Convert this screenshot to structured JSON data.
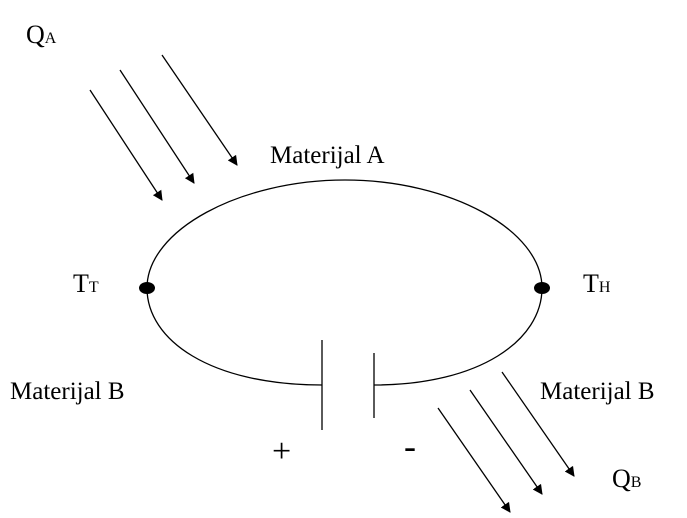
{
  "labels": {
    "qa_main": "Q",
    "qa_sub": "A",
    "material_a": "Materijal A",
    "tt_main": "T",
    "tt_sub": "T",
    "th_main": "T",
    "th_sub": "H",
    "material_b_left": "Materijal B",
    "material_b_right": "Materijal B",
    "plus": "+",
    "minus": "-",
    "qb_main": "Q",
    "qb_sub": "B"
  }
}
